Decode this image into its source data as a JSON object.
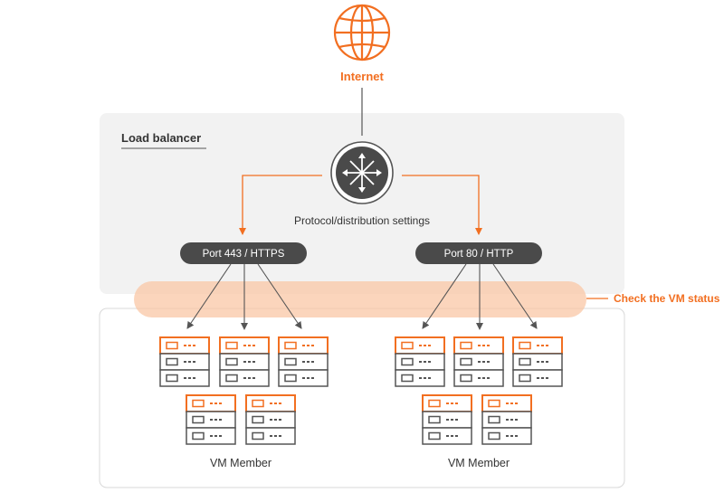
{
  "internet": {
    "label": "Internet",
    "icon": "globe-icon"
  },
  "load_balancer": {
    "title": "Load balancer",
    "router_icon": "router-icon",
    "settings_label": "Protocol/distribution settings"
  },
  "ports": [
    {
      "label": "Port 443 / HTTPS"
    },
    {
      "label": "Port 80 / HTTP"
    }
  ],
  "health_check": {
    "label": "Check the VM status"
  },
  "groups": [
    {
      "label": "VM Member",
      "server_count": 5
    },
    {
      "label": "VM Member",
      "server_count": 5
    }
  ],
  "colors": {
    "accent": "#f26f21",
    "lb_background": "#f2f2f2",
    "port_pill": "#4a4a4a",
    "server_line": "#555555",
    "health_band": "#f9c7a6"
  }
}
